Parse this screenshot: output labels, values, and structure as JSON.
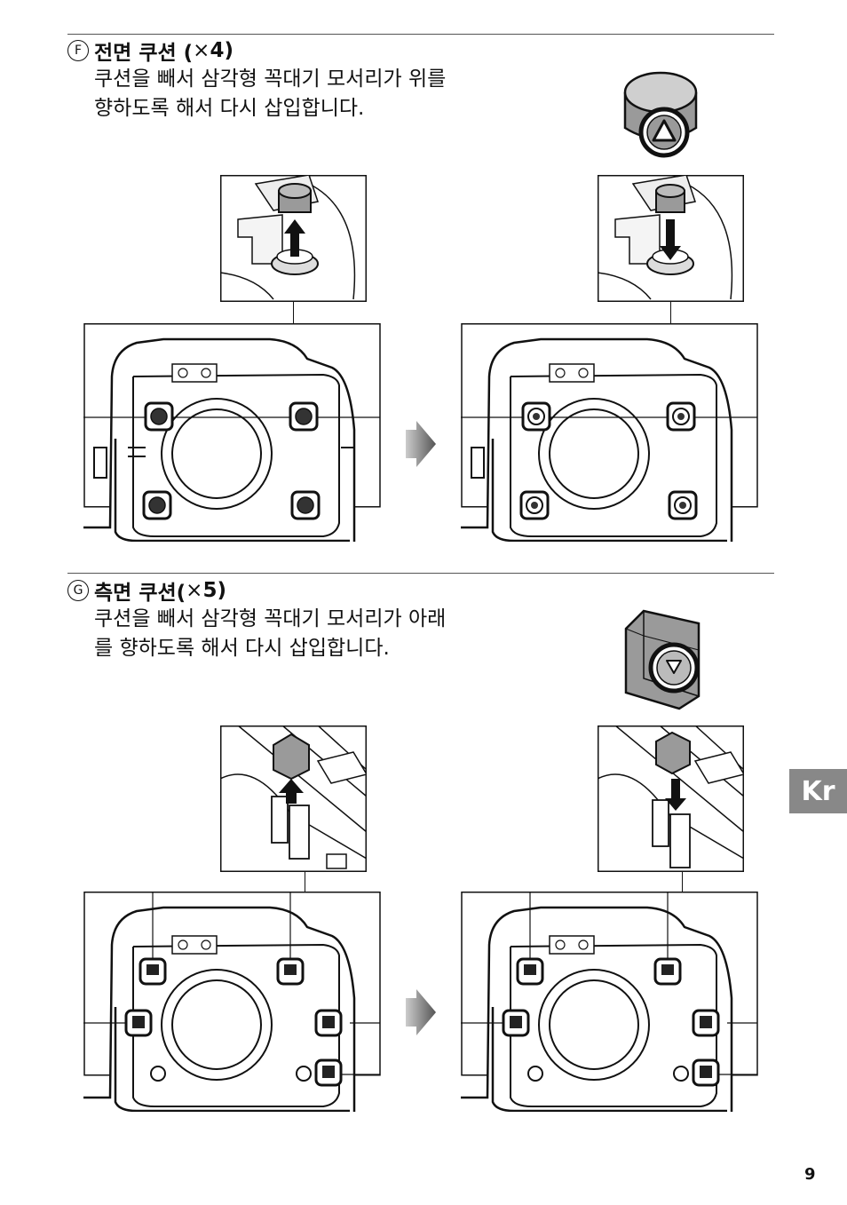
{
  "section_f": {
    "marker": "F",
    "title": "전면 쿠션 (",
    "count_symbol": "×",
    "count": "4)",
    "body_lines": [
      "쿠션을 빼서 삼각형 꼭대기 모서리가 위를",
      "향하도록 해서 다시 삽입합니다."
    ]
  },
  "section_g": {
    "marker": "G",
    "title": "측면 쿠션(",
    "count_symbol": "×",
    "count": "5)",
    "body_lines": [
      "쿠션을 빼서 삼각형 꼭대기 모서리가 아래",
      "를 향하도록 해서 다시 삽입합니다."
    ]
  },
  "language_tab": "Kr",
  "page_number": "9",
  "icons": {
    "front_cushion": "round-cushion-up-triangle-icon",
    "side_cushion": "square-cushion-down-triangle-icon",
    "arrow_next": "right-arrow-icon"
  }
}
